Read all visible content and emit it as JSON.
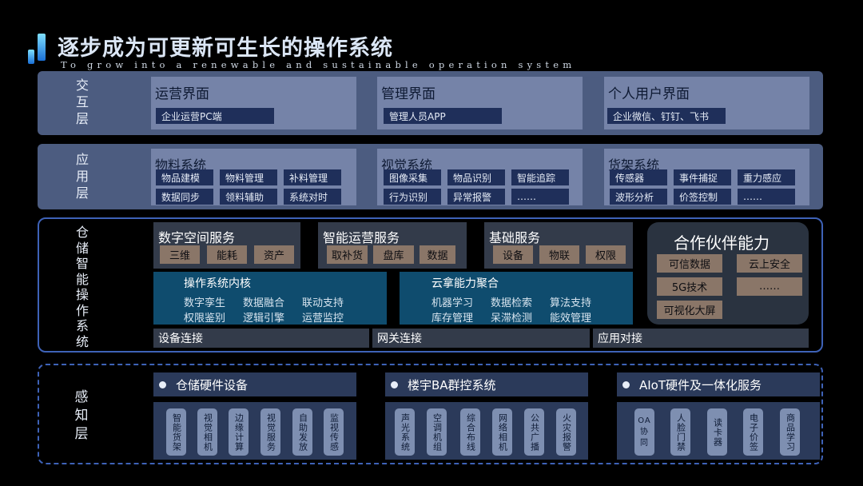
{
  "header": {
    "title": "逐步成为可更新可生长的操作系统",
    "subtitle": "To grow into a renewable and sustainable operation system"
  },
  "interaction": {
    "label": "交互层",
    "panels": [
      {
        "title": "运营界面",
        "item": "企业运营PC端"
      },
      {
        "title": "管理界面",
        "item": "管理人员APP"
      },
      {
        "title": "个人用户界面",
        "item": "企业微信、钉钉、飞书"
      }
    ]
  },
  "application": {
    "label": "应用层",
    "panels": [
      {
        "title": "物料系统",
        "items": [
          "物品建模",
          "物料管理",
          "补料管理",
          "数据同步",
          "领料辅助",
          "系统对时"
        ]
      },
      {
        "title": "视觉系统",
        "items": [
          "图像采集",
          "物品识别",
          "智能追踪",
          "行为识别",
          "异常报警",
          "……"
        ]
      },
      {
        "title": "货架系统",
        "items": [
          "传感器",
          "事件捕捉",
          "重力感应",
          "波形分析",
          "价签控制",
          "……"
        ]
      }
    ]
  },
  "os": {
    "label": "仓储智能操作系统",
    "services": [
      {
        "title": "数字空间服务",
        "items": [
          "三维",
          "能耗",
          "资产"
        ]
      },
      {
        "title": "智能运营服务",
        "items": [
          "取补货",
          "盘库",
          "数据"
        ]
      },
      {
        "title": "基础服务",
        "items": [
          "设备",
          "物联",
          "权限"
        ]
      }
    ],
    "kernel": {
      "title": "操作系统内核",
      "items": [
        "数字孪生",
        "数据融合",
        "联动支持",
        "权限鉴别",
        "逻辑引擎",
        "运营监控"
      ]
    },
    "cloud": {
      "title": "云拿能力聚合",
      "items": [
        "机器学习",
        "数据检索",
        "算法支持",
        "库存管理",
        "呆滞检测",
        "能效管理"
      ]
    },
    "connections": [
      "设备连接",
      "网关连接",
      "应用对接"
    ],
    "partner": {
      "title": "合作伙伴能力",
      "items": [
        "可信数据",
        "云上安全",
        "5G技术",
        "……",
        "可视化大屏"
      ]
    }
  },
  "perception": {
    "label": "感知层",
    "groups": [
      {
        "title": "仓储硬件设备",
        "items": [
          "智能货架",
          "视觉相机",
          "边缘计算",
          "视觉服务",
          "自助发放",
          "监视传感"
        ]
      },
      {
        "title": "楼宇BA群控系统",
        "items": [
          "声光系统",
          "空调机组",
          "综合布线",
          "网络相机",
          "公共广播",
          "火灾报警"
        ]
      },
      {
        "title": "AIoT硬件及一体化服务",
        "items": [
          "OA协同",
          "人脸门禁",
          "读卡器",
          "电子价签",
          "商品学习"
        ]
      }
    ]
  }
}
